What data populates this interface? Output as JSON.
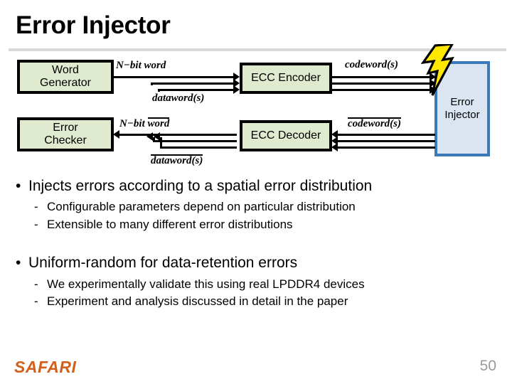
{
  "slide": {
    "title": "Error Injector",
    "page_number": "50",
    "logo": "SAFARI",
    "logo_color": "#d2601a",
    "page_number_color": "#9a9a9a",
    "rule_color": "#d9d9d9"
  },
  "diagram": {
    "blocks": [
      {
        "id": "word-generator",
        "label": "Word\nGenerator",
        "fill": "#dfeacf",
        "stroke": "#000000"
      },
      {
        "id": "error-checker",
        "label": "Error\nChecker",
        "fill": "#dfeacf",
        "stroke": "#000000"
      },
      {
        "id": "ecc-encoder",
        "label": "ECC Encoder",
        "fill": "#dfeacf",
        "stroke": "#000000"
      },
      {
        "id": "ecc-decoder",
        "label": "ECC Decoder",
        "fill": "#dfeacf",
        "stroke": "#000000"
      },
      {
        "id": "error-injector",
        "label": "Error\nInjector",
        "fill": "#dbe5f1",
        "stroke": "#3a7ab8"
      }
    ],
    "block_labels": {
      "word_generator_line1": "Word",
      "word_generator_line2": "Generator",
      "error_checker_line1": "Error",
      "error_checker_line2": "Checker",
      "ecc_encoder": "ECC Encoder",
      "ecc_decoder": "ECC Decoder",
      "error_injector_line1": "Error",
      "error_injector_line2": "Injector"
    },
    "wire_labels": {
      "top_nbit_word": "N−bit word",
      "top_dataword": "dataword(s)",
      "top_codeword": "codeword(s)",
      "bottom_nbit_prefix": "N−bit ",
      "bottom_nbit_overlined": "word",
      "bottom_dataword_overlined": "dataword(s)",
      "bottom_codeword_overlined": "codeword(s)"
    },
    "bolt": {
      "name": "lightning-bolt-icon",
      "fill": "#ffe800",
      "stroke": "#000000"
    }
  },
  "body": {
    "groups": [
      {
        "main": "Injects errors according to a spatial error distribution",
        "subs": [
          "Configurable parameters depend on particular distribution",
          "Extensible to many different error distributions"
        ]
      },
      {
        "main": "Uniform-random for data-retention errors",
        "subs": [
          "We experimentally validate this using real LPDDR4 devices",
          "Experiment and analysis discussed in detail in the paper"
        ]
      }
    ]
  }
}
